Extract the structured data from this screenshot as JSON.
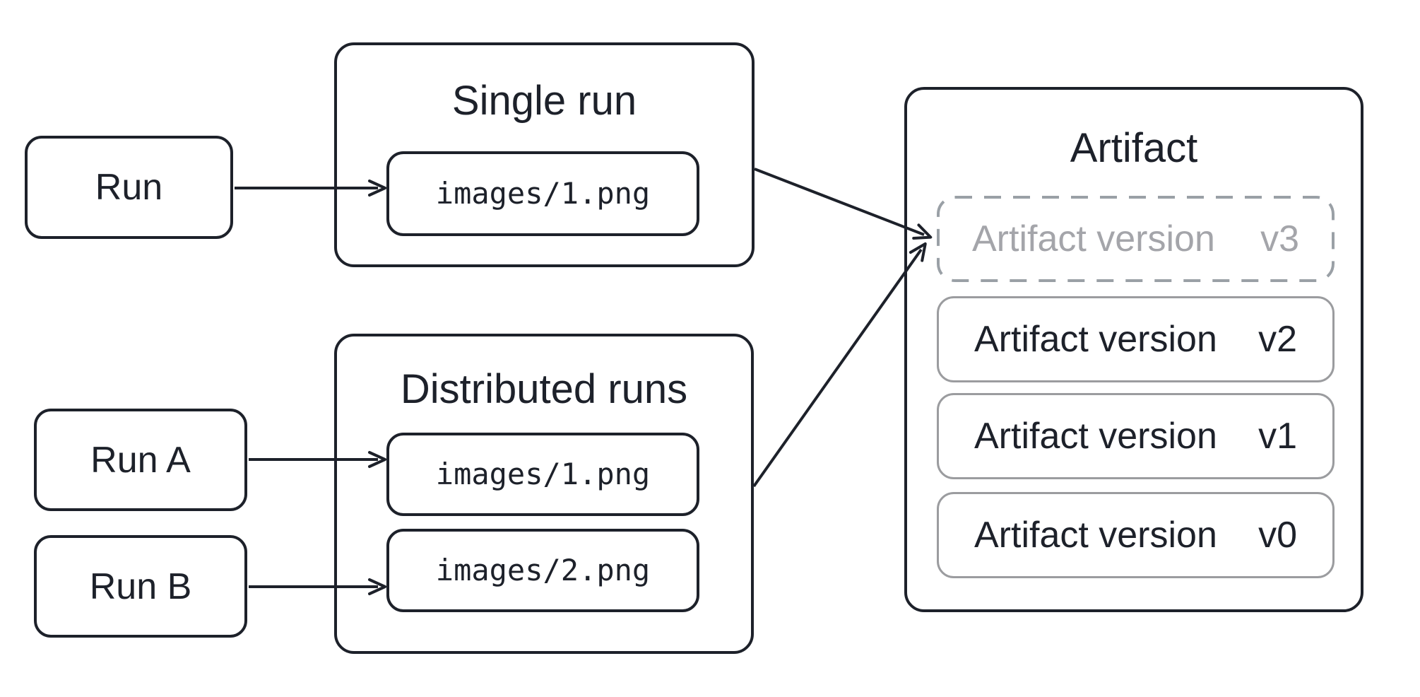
{
  "theme": {
    "stroke_dark": "#1d212a",
    "stroke_gray": "#9b9c9f",
    "stroke_gray_light": "#9aa0a6",
    "text_dark": "#1d212a",
    "text_gray": "#a4a5aa",
    "background": "#ffffff"
  },
  "nodes": {
    "run": {
      "label": "Run"
    },
    "run_a": {
      "label": "Run A"
    },
    "run_b": {
      "label": "Run B"
    }
  },
  "single_run": {
    "title": "Single run",
    "file": "images/1.png"
  },
  "distributed_runs": {
    "title": "Distributed runs",
    "files": [
      "images/1.png",
      "images/2.png"
    ]
  },
  "artifact": {
    "title": "Artifact",
    "versions": [
      {
        "label": "Artifact version",
        "version": "v3",
        "dashed": true
      },
      {
        "label": "Artifact version",
        "version": "v2",
        "dashed": false
      },
      {
        "label": "Artifact version",
        "version": "v1",
        "dashed": false
      },
      {
        "label": "Artifact version",
        "version": "v0",
        "dashed": false
      }
    ]
  },
  "edges": [
    {
      "from": "run",
      "to": "single-run-file"
    },
    {
      "from": "run-a",
      "to": "distributed-file-1"
    },
    {
      "from": "run-b",
      "to": "distributed-file-2"
    },
    {
      "from": "single-run-group",
      "to": "artifact-version-v3"
    },
    {
      "from": "distributed-runs-group",
      "to": "artifact-version-v3"
    }
  ]
}
